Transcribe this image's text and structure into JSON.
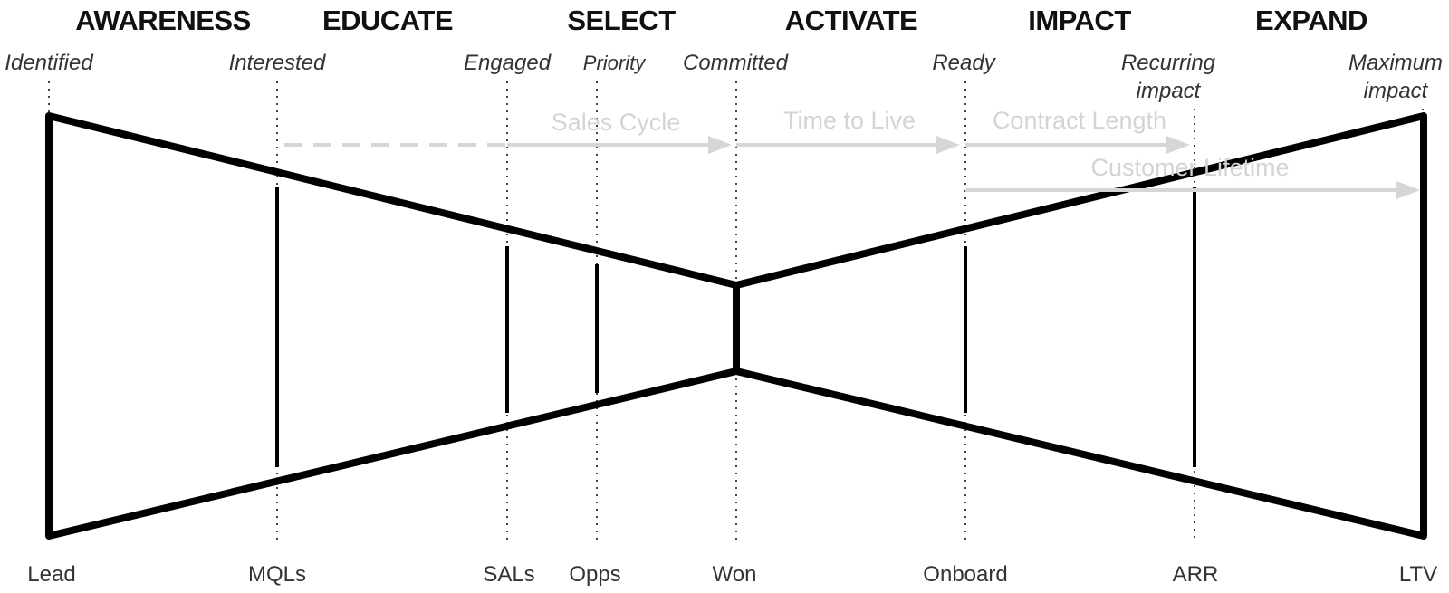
{
  "stages": [
    "AWARENESS",
    "EDUCATE",
    "SELECT",
    "ACTIVATE",
    "IMPACT",
    "EXPAND"
  ],
  "milestones": [
    [
      "Identified"
    ],
    [
      "Interested"
    ],
    [
      "Engaged"
    ],
    [
      "Priority"
    ],
    [
      "Committed"
    ],
    [
      "Ready"
    ],
    [
      "Recurring",
      "impact"
    ],
    [
      "Maximum",
      "impact"
    ]
  ],
  "metrics": [
    "Lead",
    "MQLs",
    "SALs",
    "Opps",
    "Won",
    "Onboard",
    "ARR",
    "LTV"
  ],
  "measures": [
    "Sales Cycle",
    "Time to Live",
    "Contract Length",
    "Customer Lifetime"
  ],
  "colors": {
    "shape": "#000000",
    "measure": "#d6d6d6",
    "text": "#333333"
  }
}
